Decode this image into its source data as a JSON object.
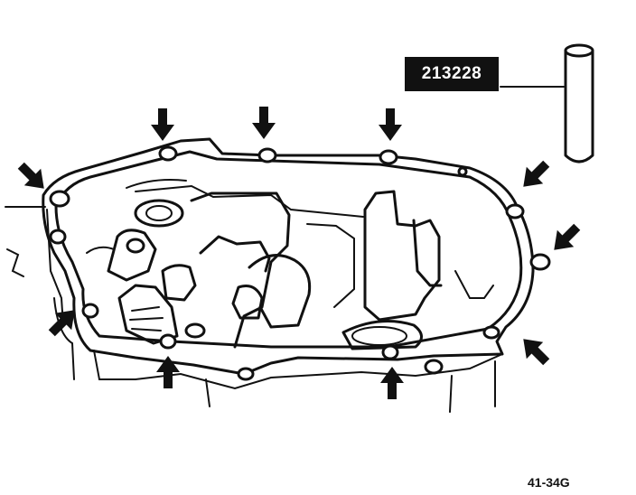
{
  "tool": {
    "part_number": "213228",
    "icon": "alignment-dowel-drift-icon"
  },
  "figure": {
    "code": "41-34G"
  },
  "arrows": [
    {
      "name": "arrow-top-1",
      "direction": "down"
    },
    {
      "name": "arrow-top-2",
      "direction": "down"
    },
    {
      "name": "arrow-top-3",
      "direction": "down"
    },
    {
      "name": "arrow-left-upper",
      "direction": "down-right"
    },
    {
      "name": "arrow-right-upper",
      "direction": "down-left"
    },
    {
      "name": "arrow-right-middle",
      "direction": "down-left"
    },
    {
      "name": "arrow-left-lower",
      "direction": "up-right"
    },
    {
      "name": "arrow-bottom-1",
      "direction": "up"
    },
    {
      "name": "arrow-bottom-2",
      "direction": "up"
    },
    {
      "name": "arrow-right-lower",
      "direction": "up-left"
    }
  ],
  "colors": {
    "ink": "#111111",
    "paper": "#ffffff"
  }
}
